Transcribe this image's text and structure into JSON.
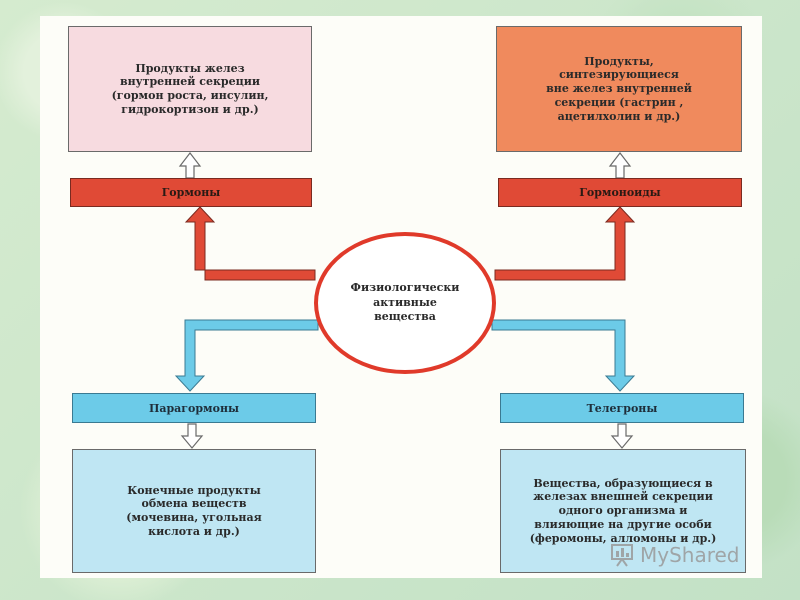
{
  "center": {
    "text": "Физиологически\nактивные\nвещества"
  },
  "hormones": {
    "label": "Гормоны",
    "description": "Продукты желез\nвнутренней секреции\n(гормон роста, инсулин,\nгидрокортизон и др.)"
  },
  "hormonoids": {
    "label": "Гормоноиды",
    "description": "Продукты,\nсинтезирующиеся\nвне желез внутренней\nсекреции (гастрин ,\nацетилхолин и др.)"
  },
  "parahormones": {
    "label": "Парагормоны",
    "description": "Конечные продукты\nобмена веществ\n(мочевина, угольная\nкислота и др.)"
  },
  "telegrons": {
    "label": "Телегроны",
    "description": "Вещества, образующиеся в\nжелезах внешней секреции\nодного организма и\nвлияющие на другие особи\n(феромоны, алломоны и др.)"
  },
  "watermark": {
    "text": "MyShared"
  },
  "colors": {
    "red_arrow": "#e04a36",
    "blue_arrow": "#6ccbe8",
    "circle_border": "#e03a2a"
  }
}
